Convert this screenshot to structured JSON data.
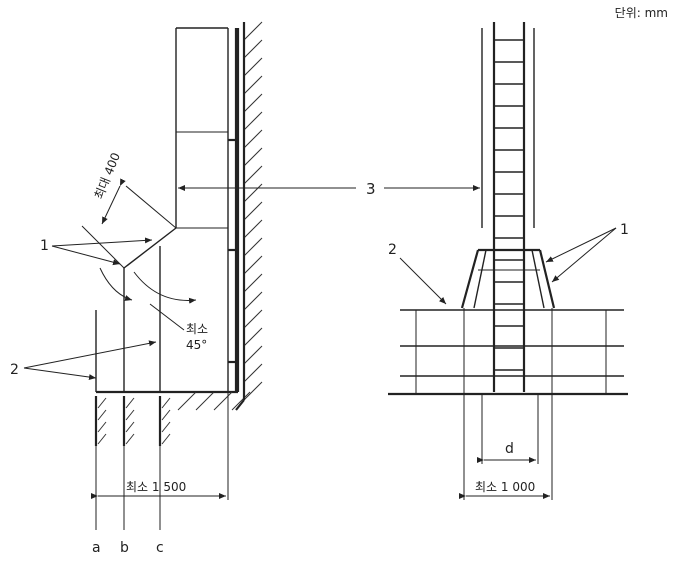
{
  "unit_note": "단위: mm",
  "left_view": {
    "max_label": "최대 400",
    "min_angle_label_line1": "최소",
    "min_angle_label_line2": "45°",
    "min_width_label": "최소  1 500",
    "callout_1": "1",
    "callout_2": "2",
    "position_a": "a",
    "position_b": "b",
    "position_c": "c"
  },
  "right_view": {
    "callout_1": "1",
    "callout_2": "2",
    "dim_d": "d",
    "min_width_label": "최소  1 000"
  },
  "shared": {
    "callout_3": "3"
  }
}
